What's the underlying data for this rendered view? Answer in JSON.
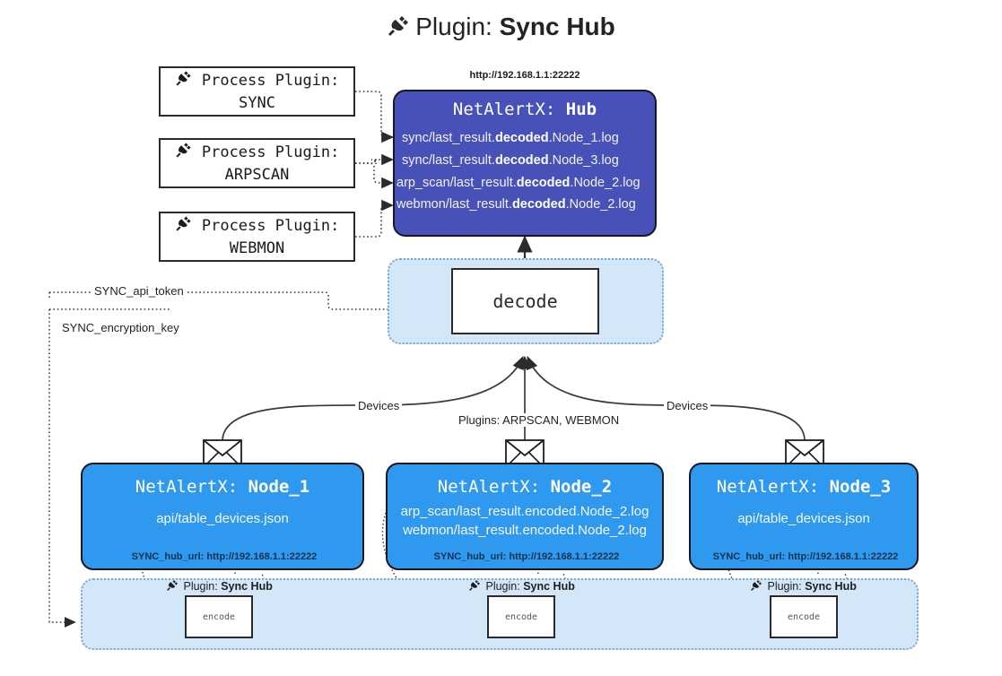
{
  "title": {
    "prefix": "Plugin:",
    "name": "Sync Hub",
    "icon": "plug-icon"
  },
  "process_plugins": [
    {
      "label": "Process Plugin:",
      "name": "SYNC"
    },
    {
      "label": "Process Plugin:",
      "name": "ARPSCAN"
    },
    {
      "label": "Process Plugin:",
      "name": "WEBMON"
    }
  ],
  "hub": {
    "url": "http://192.168.1.1:22222",
    "title_prefix": "NetAlertX:",
    "title_name": "Hub",
    "logs": [
      {
        "pre": "sync/last_result.",
        "strong": "decoded",
        "post": ".Node_1.log"
      },
      {
        "pre": "sync/last_result.",
        "strong": "decoded",
        "post": ".Node_3.log"
      },
      {
        "pre": "arp_scan/last_result.",
        "strong": "decoded",
        "post": ".Node_2.log"
      },
      {
        "pre": "webmon/last_result.",
        "strong": "decoded",
        "post": ".Node_2.log"
      }
    ]
  },
  "decode": {
    "label": "decode"
  },
  "secrets": [
    {
      "label": "SYNC_api_token"
    },
    {
      "label": "SYNC_encryption_key"
    }
  ],
  "edge_labels": {
    "devices_left": "Devices",
    "devices_right": "Devices",
    "plugins_center": "Plugins: ARPSCAN, WEBMON"
  },
  "nodes": [
    {
      "title_prefix": "NetAlertX:",
      "title_name": "Node_1",
      "lines": [
        "api/table_devices.json"
      ],
      "footer": "SYNC_hub_url: http://192.168.1.1:22222"
    },
    {
      "title_prefix": "NetAlertX:",
      "title_name": "Node_2",
      "lines": [
        "arp_scan/last_result.encoded.Node_2.log",
        "webmon/last_result.encoded.Node_2.log"
      ],
      "footer": "SYNC_hub_url: http://192.168.1.1:22222"
    },
    {
      "title_prefix": "NetAlertX:",
      "title_name": "Node_3",
      "lines": [
        "api/table_devices.json"
      ],
      "footer": "SYNC_hub_url: http://192.168.1.1:22222"
    }
  ],
  "encoders": [
    {
      "plugin_prefix": "Plugin:",
      "plugin_name": "Sync Hub",
      "label": "encode"
    },
    {
      "plugin_prefix": "Plugin:",
      "plugin_name": "Sync Hub",
      "label": "encode"
    },
    {
      "plugin_prefix": "Plugin:",
      "plugin_name": "Sync Hub",
      "label": "encode"
    }
  ],
  "colors": {
    "hub_fill": "#4751b8",
    "node_fill": "#2f98ef",
    "container_fill": "#d4e7f8",
    "container_border": "#7ba7cf",
    "stroke": "#2b2b2b"
  }
}
